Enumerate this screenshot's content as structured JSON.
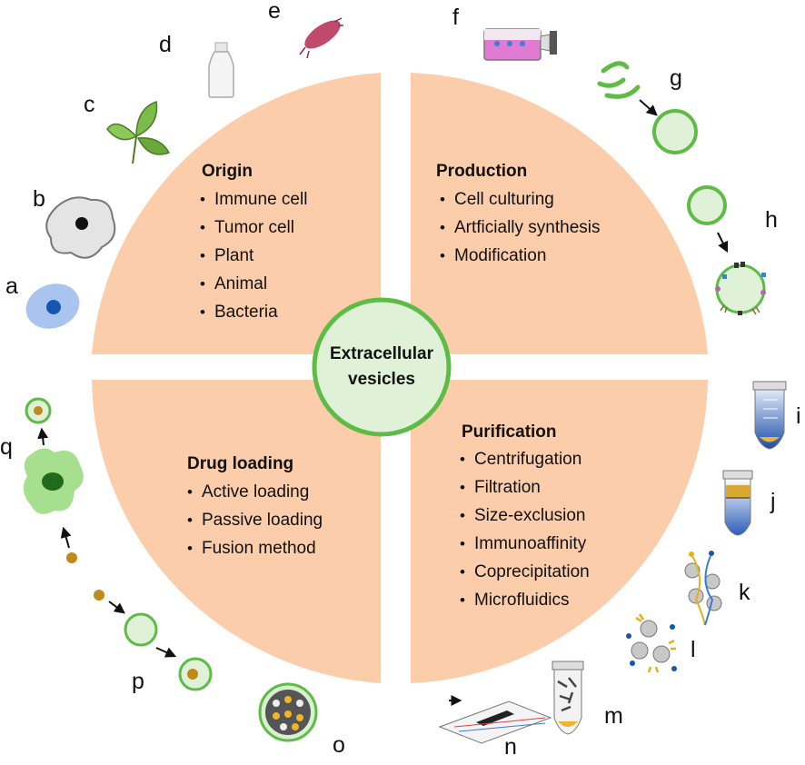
{
  "center": {
    "line1": "Extracellular",
    "line2": "vesicles"
  },
  "quadrants": [
    {
      "id": "origin",
      "title": "Origin",
      "items": [
        "Immune cell",
        "Tumor cell",
        "Plant",
        "Animal",
        "Bacteria"
      ]
    },
    {
      "id": "production",
      "title": "Production",
      "items": [
        "Cell culturing",
        "Artficially synthesis",
        "Modification"
      ]
    },
    {
      "id": "drug-loading",
      "title": "Drug loading",
      "items": [
        "Active loading",
        "Passive loading",
        "Fusion method"
      ]
    },
    {
      "id": "purification",
      "title": "Purification",
      "items": [
        "Centrifugation",
        "Filtration",
        "Size-exclusion",
        "Immunoaffinity",
        "Coprecipitation",
        "Microfluidics"
      ]
    }
  ],
  "labels": {
    "a": "a",
    "b": "b",
    "c": "c",
    "d": "d",
    "e": "e",
    "f": "f",
    "g": "g",
    "h": "h",
    "i": "i",
    "j": "j",
    "k": "k",
    "l": "l",
    "m": "m",
    "n": "n",
    "o": "o",
    "p": "p",
    "q": "q"
  },
  "colors": {
    "quadrant_fill": "#fbcdab",
    "vesicle_stroke": "#5dbb46",
    "vesicle_fill": "#dff2d8",
    "drug": "#c08a1a",
    "nucleus_blue": "#1557b0",
    "cell_blue": "#a9c4ee"
  }
}
